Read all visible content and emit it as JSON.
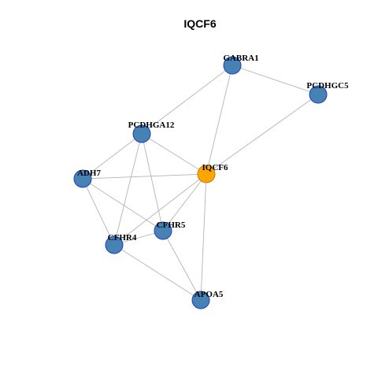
{
  "title": "IQCF6",
  "colors": {
    "node_fill": "#4682b4",
    "node_stroke": "#1f3fbf",
    "center_fill": "#ffa500",
    "center_stroke": "#c47d00",
    "edge": "#b4b4b4"
  },
  "nodes": [
    {
      "id": "GABRA1",
      "label": "GABRA1",
      "center": false
    },
    {
      "id": "PCDHGC5",
      "label": "PCDHGC5",
      "center": false
    },
    {
      "id": "PCDHGA12",
      "label": "PCDHGA12",
      "center": false
    },
    {
      "id": "IQCF6",
      "label": "IQCF6",
      "center": true
    },
    {
      "id": "ADH7",
      "label": "ADH7",
      "center": false
    },
    {
      "id": "CFHR5",
      "label": "CFHR5",
      "center": false
    },
    {
      "id": "CFHR4",
      "label": "CFHR4",
      "center": false
    },
    {
      "id": "APOA5",
      "label": "APOA5",
      "center": false
    }
  ],
  "edges": [
    [
      "GABRA1",
      "PCDHGC5"
    ],
    [
      "GABRA1",
      "PCDHGA12"
    ],
    [
      "GABRA1",
      "IQCF6"
    ],
    [
      "PCDHGC5",
      "IQCF6"
    ],
    [
      "PCDHGA12",
      "ADH7"
    ],
    [
      "PCDHGA12",
      "IQCF6"
    ],
    [
      "PCDHGA12",
      "CFHR4"
    ],
    [
      "PCDHGA12",
      "CFHR5"
    ],
    [
      "ADH7",
      "IQCF6"
    ],
    [
      "ADH7",
      "CFHR4"
    ],
    [
      "ADH7",
      "CFHR5"
    ],
    [
      "IQCF6",
      "CFHR4"
    ],
    [
      "IQCF6",
      "CFHR5"
    ],
    [
      "IQCF6",
      "APOA5"
    ],
    [
      "CFHR4",
      "CFHR5"
    ],
    [
      "CFHR4",
      "APOA5"
    ],
    [
      "CFHR5",
      "APOA5"
    ]
  ]
}
